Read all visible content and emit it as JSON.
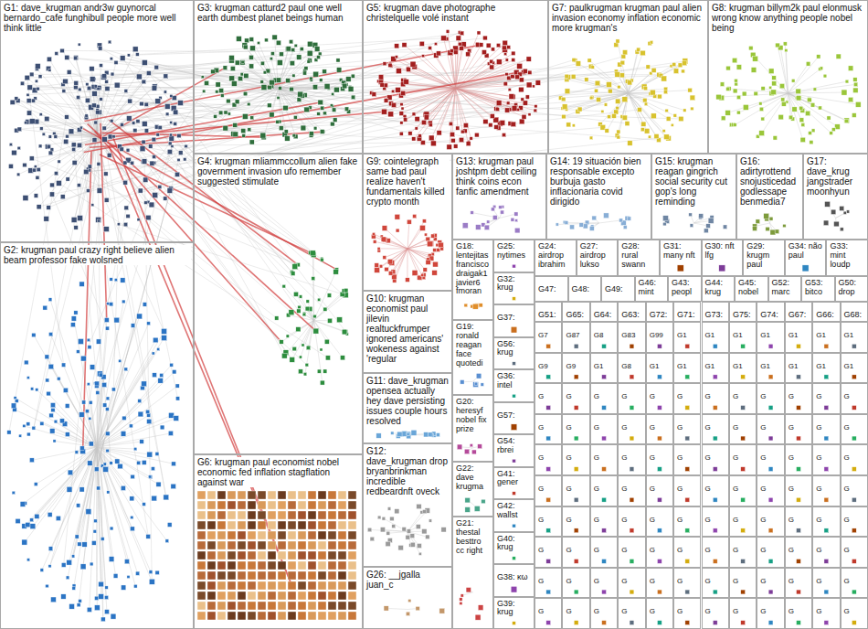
{
  "diagram": {
    "nodes": [
      {
        "text": [
          "G1: dave_krugman andr3w guynorcal bernardo_cafe funghibull people more well think little"
        ]
      },
      {
        "text": [
          "G2: krugman paul crazy right believe alien beam professor fake wolsned"
        ]
      },
      {
        "text": [
          "G3: krugman catturd2 paul one well earth dumbest planet beings human"
        ]
      },
      {
        "text": [
          "G4: krugman mliammccollum alien fake government invasion ufo remember suggested stimulate"
        ]
      },
      {
        "text": [
          "G5: krugman dave photographe christelquelle volé instant"
        ]
      },
      {
        "text": [
          "G6: krugman paul economist nobel economic fed inflation stagflation against war"
        ]
      },
      {
        "text": [
          "G7: paulkrugman krugman paul alien invasion economy inflation economic more krugman's"
        ]
      },
      {
        "text": [
          "G8: krugman billym2k paul elonmusk wrong know anything people nobel being"
        ]
      },
      {
        "text": [
          "G9: cointelegraph same bad paul realize haven't fundamentals killed crypto month"
        ]
      },
      {
        "text": [
          "G10: krugman economist paul jilevin realtuckfrumper ignored americans' wokeness against 'regular"
        ]
      },
      {
        "text": [
          "G11: dave_krugman opensea actually hey dave persisting issues couple hours resolved"
        ]
      },
      {
        "text": [
          "G12: dave_krugman drop bryanbrinkman incredible redbeardnft oveck"
        ]
      },
      {
        "text": [
          "G13: krugman paul joshtpm debt ceiling think coins econ fanfic amendment"
        ]
      },
      {
        "text": [
          "G14: 19 situación bien responsable excepto burbuja gasto inflacionaria covid dirigido"
        ]
      },
      {
        "text": [
          "G15: krugman reagan gingrich social security cut gop's long reminding"
        ]
      },
      {
        "text": [
          "G16: adirtyrottend snojusticedad godlessape benmedia7"
        ]
      },
      {
        "text": [
          "G17: dave_krug jangstrader moonhyun"
        ]
      },
      {
        "text": [
          "G18: lentejitas francisco draigak1 javier6 fmoran"
        ]
      },
      {
        "text": [
          "G19: ronald reagan face quotedi"
        ]
      },
      {
        "text": [
          "G20: heresyf nobel fix prize"
        ]
      },
      {
        "text": [
          "G22: dave krugma"
        ]
      },
      {
        "text": [
          "G21: thestal besttro cc right"
        ]
      },
      {
        "text": [
          "G26: __jgalla juan_c"
        ]
      },
      {
        "text": [
          "G25: nytimes"
        ]
      },
      {
        "text": [
          "G32: krug"
        ]
      },
      {
        "text": [
          "G37:"
        ]
      },
      {
        "text": [
          "G56: krug"
        ]
      },
      {
        "text": [
          "G36: intel"
        ]
      },
      {
        "text": [
          "G57:"
        ]
      },
      {
        "text": [
          "G54: rbrei"
        ]
      },
      {
        "text": [
          "G41: gener"
        ]
      },
      {
        "text": [
          "G42: wallst"
        ]
      },
      {
        "text": [
          "G40: krug"
        ]
      },
      {
        "text": [
          "G38: κω"
        ]
      },
      {
        "text": [
          "G39: krug"
        ]
      },
      {
        "text": [
          "G24: airdrop ibrahim"
        ]
      },
      {
        "text": [
          "G27: airdrop lukso"
        ]
      },
      {
        "text": [
          "G28: rural swann"
        ]
      },
      {
        "text": [
          "G31: many nft"
        ]
      },
      {
        "text": [
          "G30: nft lfg"
        ]
      },
      {
        "text": [
          "G29: krugm paul"
        ]
      },
      {
        "text": [
          "G34: não paul"
        ]
      },
      {
        "text": [
          "G33: mint loudp"
        ]
      },
      {
        "text": [
          "G47:"
        ]
      },
      {
        "text": [
          "G48:"
        ]
      },
      {
        "text": [
          "G49:"
        ]
      },
      {
        "text": [
          "G46: mint"
        ]
      },
      {
        "text": [
          "G43: peopl"
        ]
      },
      {
        "text": [
          "G44: krug"
        ]
      },
      {
        "text": [
          "G45: nobel"
        ]
      },
      {
        "text": [
          "G52: marc"
        ]
      },
      {
        "text": [
          "G53: bitco"
        ]
      },
      {
        "text": [
          "G50: drop"
        ]
      },
      {
        "text": [
          "G51:"
        ]
      },
      {
        "text": [
          "G65:"
        ]
      },
      {
        "text": [
          "G64:"
        ]
      },
      {
        "text": [
          "G63:"
        ]
      },
      {
        "text": [
          "G72:"
        ]
      },
      {
        "text": [
          "G71:"
        ]
      },
      {
        "text": [
          "G73:"
        ]
      },
      {
        "text": [
          "G75:"
        ]
      },
      {
        "text": [
          "G74:"
        ]
      },
      {
        "text": [
          "G67:"
        ]
      },
      {
        "text": [
          "G66:"
        ]
      },
      {
        "text": [
          "G68:"
        ]
      },
      {
        "text": [
          "G7"
        ]
      },
      {
        "text": [
          "G87"
        ]
      },
      {
        "text": [
          "G8"
        ]
      },
      {
        "text": [
          "G83"
        ]
      },
      {
        "text": [
          "G99"
        ]
      },
      {
        "text": [
          "G1"
        ]
      },
      {
        "text": [
          "G1"
        ]
      },
      {
        "text": [
          "G1"
        ]
      },
      {
        "text": [
          "G1"
        ]
      },
      {
        "text": [
          "G1"
        ]
      },
      {
        "text": [
          "G1"
        ]
      },
      {
        "text": [
          "G1"
        ]
      },
      {
        "text": [
          "G9"
        ]
      },
      {
        "text": [
          "G9"
        ]
      },
      {
        "text": [
          "G1"
        ]
      },
      {
        "text": [
          "G8"
        ]
      },
      {
        "text": [
          "G1"
        ]
      },
      {
        "text": [
          "G1"
        ]
      },
      {
        "text": [
          "G1"
        ]
      },
      {
        "text": [
          "G1"
        ]
      },
      {
        "text": [
          "G1"
        ]
      },
      {
        "text": [
          "G1"
        ]
      },
      {
        "text": [
          "G1"
        ]
      },
      {
        "text": [
          "G1"
        ]
      },
      {
        "text": [
          "G"
        ]
      },
      {
        "text": [
          "G"
        ]
      },
      {
        "text": [
          "G"
        ]
      },
      {
        "text": [
          "G"
        ]
      },
      {
        "text": [
          "G"
        ]
      },
      {
        "text": [
          "G"
        ]
      },
      {
        "text": [
          "G"
        ]
      },
      {
        "text": [
          "G"
        ]
      },
      {
        "text": [
          "G"
        ]
      },
      {
        "text": [
          "G"
        ]
      },
      {
        "text": [
          "G"
        ]
      },
      {
        "text": [
          "G"
        ]
      },
      {
        "text": [
          "G"
        ]
      },
      {
        "text": [
          "G"
        ]
      },
      {
        "text": [
          "G"
        ]
      },
      {
        "text": [
          "G"
        ]
      },
      {
        "text": [
          "G"
        ]
      },
      {
        "text": [
          "G"
        ]
      },
      {
        "text": [
          "G"
        ]
      },
      {
        "text": [
          "G"
        ]
      },
      {
        "text": [
          "G"
        ]
      },
      {
        "text": [
          "G"
        ]
      },
      {
        "text": [
          "G"
        ]
      },
      {
        "text": [
          "G"
        ]
      },
      {
        "text": [
          "G"
        ]
      },
      {
        "text": [
          "G"
        ]
      },
      {
        "text": [
          "G"
        ]
      },
      {
        "text": [
          "G"
        ]
      },
      {
        "text": [
          "G"
        ]
      },
      {
        "text": [
          "G"
        ]
      },
      {
        "text": [
          "G"
        ]
      },
      {
        "text": [
          "G"
        ]
      },
      {
        "text": [
          "G"
        ]
      },
      {
        "text": [
          "G"
        ]
      },
      {
        "text": [
          "G"
        ]
      },
      {
        "text": [
          "G"
        ]
      },
      {
        "text": [
          "G"
        ]
      },
      {
        "text": [
          "G"
        ]
      },
      {
        "text": [
          "G"
        ]
      },
      {
        "text": [
          "G"
        ]
      },
      {
        "text": [
          "G"
        ]
      },
      {
        "text": [
          "G"
        ]
      },
      {
        "text": [
          "G"
        ]
      },
      {
        "text": [
          "G"
        ]
      },
      {
        "text": [
          "G"
        ]
      },
      {
        "text": [
          "G"
        ]
      },
      {
        "text": [
          "G"
        ]
      },
      {
        "text": [
          "G"
        ]
      },
      {
        "text": [
          "G"
        ]
      },
      {
        "text": [
          "G"
        ]
      },
      {
        "text": [
          "G"
        ]
      },
      {
        "text": [
          "G"
        ]
      },
      {
        "text": [
          "G"
        ]
      },
      {
        "text": [
          "G"
        ]
      },
      {
        "text": [
          "G"
        ]
      },
      {
        "text": [
          "G"
        ]
      },
      {
        "text": [
          "G"
        ]
      },
      {
        "text": [
          "G"
        ]
      },
      {
        "text": [
          "G"
        ]
      },
      {
        "text": [
          "G"
        ]
      },
      {
        "text": [
          "G"
        ]
      },
      {
        "text": [
          "G"
        ]
      },
      {
        "text": [
          "G"
        ]
      },
      {
        "text": [
          "G"
        ]
      },
      {
        "text": [
          "G"
        ]
      },
      {
        "text": [
          "G"
        ]
      },
      {
        "text": [
          "G"
        ]
      },
      {
        "text": [
          "G"
        ]
      },
      {
        "text": [
          "G"
        ]
      },
      {
        "text": [
          "G"
        ]
      },
      {
        "text": [
          "G"
        ]
      },
      {
        "text": [
          "G"
        ]
      },
      {
        "text": [
          "G"
        ]
      },
      {
        "text": [
          "G"
        ]
      },
      {
        "text": [
          "G"
        ]
      },
      {
        "text": [
          "G"
        ]
      },
      {
        "text": [
          "G"
        ]
      },
      {
        "text": [
          "G"
        ]
      },
      {
        "text": [
          "G"
        ]
      },
      {
        "text": [
          "G"
        ]
      },
      {
        "text": [
          "G"
        ]
      },
      {
        "text": [
          "G"
        ]
      },
      {
        "text": [
          "G"
        ]
      },
      {
        "text": [
          "G"
        ]
      },
      {
        "text": [
          "G"
        ]
      },
      {
        "text": [
          "G"
        ]
      },
      {
        "text": [
          "G"
        ]
      },
      {
        "text": [
          "G"
        ]
      },
      {
        "text": [
          "G"
        ]
      },
      {
        "text": [
          "G"
        ]
      },
      {
        "text": [
          "G"
        ]
      },
      {
        "text": [
          "G"
        ]
      },
      {
        "text": [
          "G"
        ]
      },
      {
        "text": [
          "G"
        ]
      },
      {
        "text": [
          "G"
        ]
      },
      {
        "text": [
          "G"
        ]
      }
    ]
  }
}
